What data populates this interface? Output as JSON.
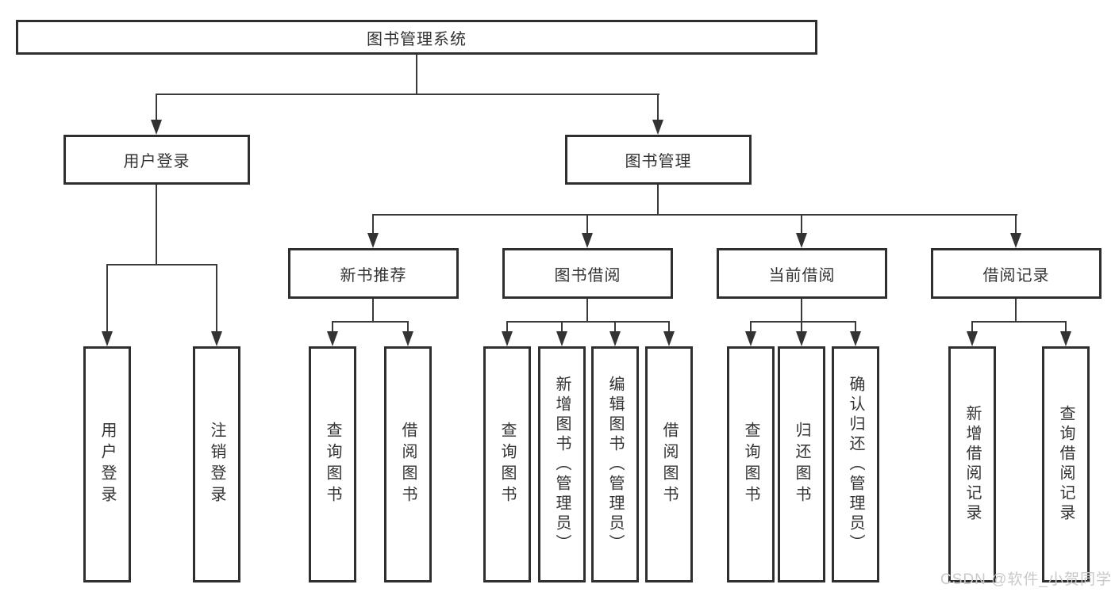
{
  "diagram": {
    "title": "图书管理系统",
    "root": {
      "label": "图书管理系统"
    },
    "level2": [
      {
        "label": "用户登录"
      },
      {
        "label": "图书管理"
      }
    ],
    "level3": [
      {
        "label": "新书推荐"
      },
      {
        "label": "图书借阅"
      },
      {
        "label": "当前借阅"
      },
      {
        "label": "借阅记录"
      }
    ],
    "leaves": [
      {
        "label": "用户登录",
        "parent": "用户登录"
      },
      {
        "label": "注销登录",
        "parent": "用户登录"
      },
      {
        "label": "查询图书",
        "parent": "新书推荐"
      },
      {
        "label": "借阅图书",
        "parent": "新书推荐"
      },
      {
        "label": "查询图书",
        "parent": "图书借阅"
      },
      {
        "label": "新增图书（管理员）",
        "parent": "图书借阅"
      },
      {
        "label": "编辑图书（管理员）",
        "parent": "图书借阅"
      },
      {
        "label": "借阅图书",
        "parent": "图书借阅"
      },
      {
        "label": "查询图书",
        "parent": "当前借阅"
      },
      {
        "label": "归还图书",
        "parent": "当前借阅"
      },
      {
        "label": "确认归还（管理员）",
        "parent": "当前借阅"
      },
      {
        "label": "新增借阅记录",
        "parent": "借阅记录"
      },
      {
        "label": "查询借阅记录",
        "parent": "借阅记录"
      }
    ]
  },
  "watermark": "CSDN @软件_小贺同学",
  "colors": {
    "line": "#3a3a3a",
    "border": "#2f2f2f",
    "text": "#333333",
    "watermark": "#c9c9c9",
    "background": "#ffffff"
  }
}
